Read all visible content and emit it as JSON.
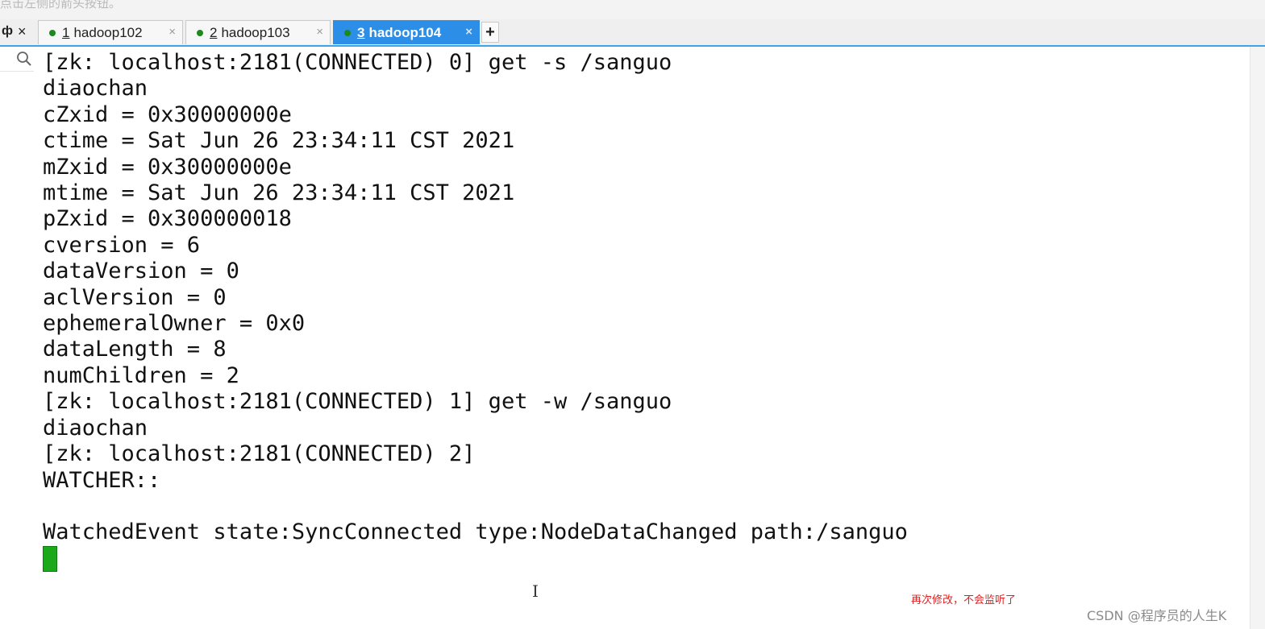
{
  "window": {
    "top_hint": "点击左侧的箭头按钮。"
  },
  "side_controls": {
    "pin": "ф",
    "close": "×",
    "search_icon": "search-icon"
  },
  "tabs": [
    {
      "num": "1",
      "label": "hadoop102",
      "active": false,
      "close": "×"
    },
    {
      "num": "2",
      "label": "hadoop103",
      "active": false,
      "close": "×"
    },
    {
      "num": "3",
      "label": "hadoop104",
      "active": true,
      "close": "×"
    }
  ],
  "add_tab": "+",
  "terminal": {
    "lines": [
      "[zk: localhost:2181(CONNECTED) 0] get -s /sanguo",
      "diaochan",
      "cZxid = 0x30000000e",
      "ctime = Sat Jun 26 23:34:11 CST 2021",
      "mZxid = 0x30000000e",
      "mtime = Sat Jun 26 23:34:11 CST 2021",
      "pZxid = 0x300000018",
      "cversion = 6",
      "dataVersion = 0",
      "aclVersion = 0",
      "ephemeralOwner = 0x0",
      "dataLength = 8",
      "numChildren = 2",
      "[zk: localhost:2181(CONNECTED) 1] get -w /sanguo",
      "diaochan",
      "[zk: localhost:2181(CONNECTED) 2]",
      "WATCHER::",
      "",
      "WatchedEvent state:SyncConnected type:NodeDataChanged path:/sanguo"
    ]
  },
  "colors": {
    "accent": "#2c8ee6",
    "status_dot": "#1c8a1c",
    "cursor": "#1ba81b",
    "annotation": "#e02020"
  },
  "overlay": {
    "ibeam": "I",
    "annotation": "再次修改，不会监听了",
    "watermark": "CSDN @程序员的人生K"
  }
}
